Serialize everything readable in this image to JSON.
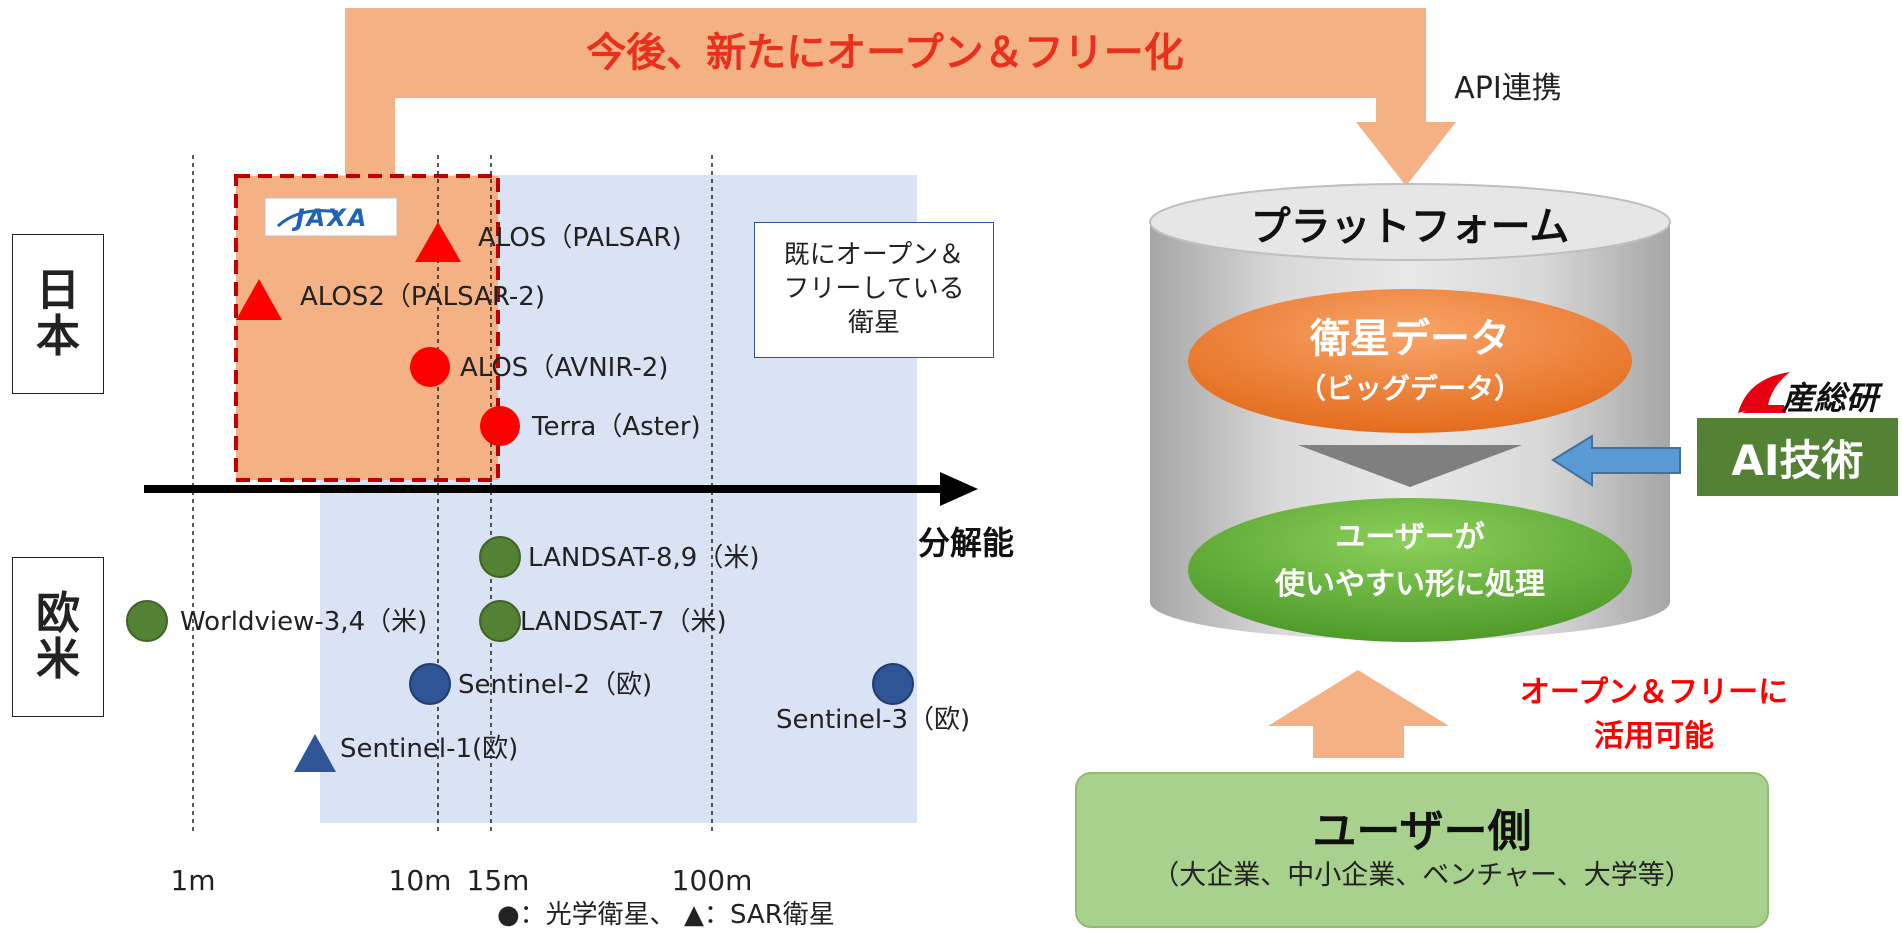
{
  "banner": {
    "text": "今後、新たにオープン＆フリー化"
  },
  "api_label": "API連携",
  "regions": {
    "japan": [
      "日",
      "本"
    ],
    "western": [
      "欧",
      "米"
    ]
  },
  "jaxa_logo": "JAXA",
  "already_open_note": [
    "既にオープン＆",
    "フリーしている",
    "衛星"
  ],
  "axis": {
    "label": "分解能",
    "ticks": [
      {
        "label": "1m"
      },
      {
        "label": "10m"
      },
      {
        "label": "15m"
      },
      {
        "label": "100m"
      }
    ]
  },
  "legend": "●：光学衛星、 ▲：SAR衛星",
  "satellites": [
    {
      "name": "ALOS（PALSAR)",
      "marker": "triangle",
      "color": "#ff0000",
      "group": "japan"
    },
    {
      "name": "ALOS2（PALSAR-2)",
      "marker": "triangle",
      "color": "#ff0000",
      "group": "japan"
    },
    {
      "name": "ALOS（AVNIR-2)",
      "marker": "circle",
      "color": "#ff0000",
      "group": "japan"
    },
    {
      "name": "Terra（Aster)",
      "marker": "circle",
      "color": "#ff0000",
      "group": "japan"
    },
    {
      "name": "LANDSAT-8,9（米)",
      "marker": "circle",
      "color": "#548235",
      "group": "western"
    },
    {
      "name": "Worldview-3,4（米)",
      "marker": "circle",
      "color": "#548235",
      "group": "western"
    },
    {
      "name": "LANDSAT-7（米)",
      "marker": "circle",
      "color": "#548235",
      "group": "western"
    },
    {
      "name": "Sentinel-2（欧)",
      "marker": "circle",
      "color": "#2f5597",
      "group": "western"
    },
    {
      "name": "Sentinel-3（欧)",
      "marker": "circle",
      "color": "#2f5597",
      "group": "western"
    },
    {
      "name": "Sentinel-1(欧)",
      "marker": "triangle",
      "color": "#2f5597",
      "group": "western"
    }
  ],
  "platform": {
    "title": "プラットフォーム",
    "satellite_data": {
      "line1": "衛星データ",
      "line2": "（ビッグデータ）"
    },
    "processing": {
      "line1": "ユーザーが",
      "line2": "使いやすい形に処理"
    }
  },
  "aist": {
    "logo_text": "産総研",
    "ai_label": "AI技術"
  },
  "open_free_label": [
    "オープン＆フリーに",
    "活用可能"
  ],
  "user_side": {
    "title": "ユーザー側",
    "subtitle": "（大企業、中小企業、ベンチャー、大学等）"
  },
  "colors": {
    "banner": "#f4b183",
    "banner_text": "#e8301c",
    "japan_region": "#f4b183",
    "japan_border": "#c00000",
    "open_region": "#dae3f3",
    "red": "#ff0000",
    "green": "#548235",
    "blue": "#2f5597",
    "ai_green": "#548235",
    "user_green": "#a9d18e",
    "orange": "#ed7d31",
    "note_border": "#2f5597"
  }
}
